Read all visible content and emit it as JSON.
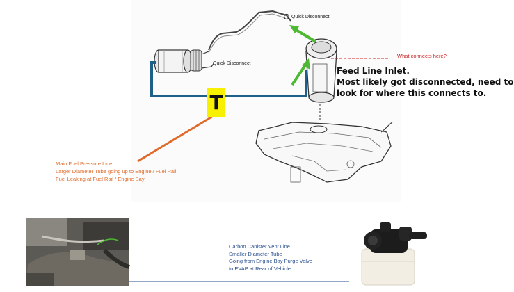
{
  "labels": {
    "quick_disconnect_top": "Quick Disconnect",
    "quick_disconnect_left": "Quick Disconnect",
    "what_connects": "What connects here?",
    "feed_line": [
      "Feed Line Inlet.",
      "Most likely got disconnected, need to",
      "look for where this connects to."
    ],
    "tee_marker": "T",
    "main_fuel_line": [
      "Main Fuel Pressure Line",
      "Larger Diameter Tube  going up to Engine / Fuel Rail",
      "Fuel Leaking at Fuel Rail / Engine Bay"
    ],
    "carbon_canister": [
      "Carbon Canister Vent Line",
      "Smaller Diameter Tube",
      "Going from Engine Bay Purge Valve",
      "to EVAP at Rear of Vehicle"
    ]
  },
  "colors": {
    "fuel_line": "#1e5f8a",
    "annotation_orange": "#e06a2a",
    "annotation_green": "#4db832",
    "annotation_red": "#cc2222",
    "highlight_yellow": "#f7f000",
    "evap_blue": "#2a4f8f"
  }
}
